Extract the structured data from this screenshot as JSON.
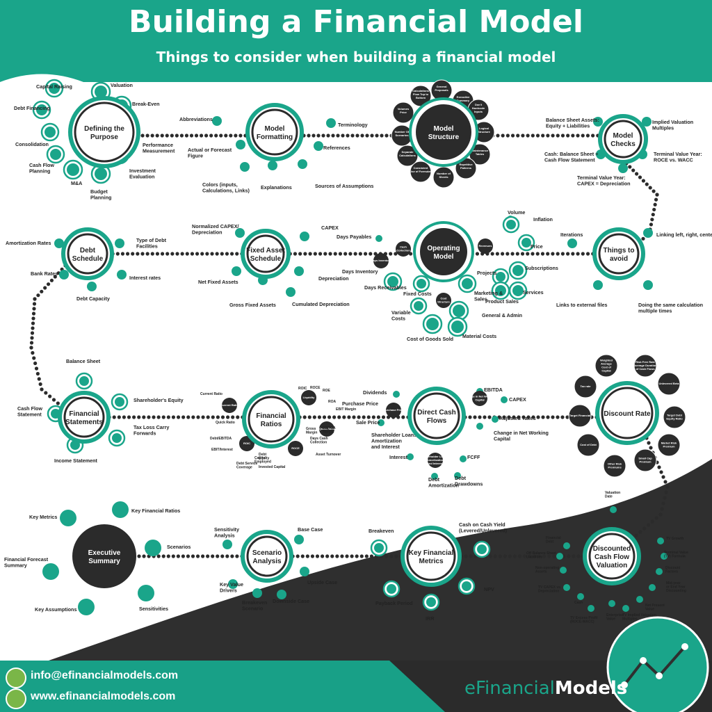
{
  "header": {
    "title": "Building a Financial Model",
    "subtitle": "Things to consider when building a financial model"
  },
  "footer": {
    "email": "info@efinancialmodels.com",
    "web": "www.efinancialmodels.com",
    "brand_a": "eFinancial",
    "brand_b": "Models"
  },
  "hubs": [
    {
      "key": "purpose",
      "lines": [
        "Defining the",
        "Purpose"
      ],
      "style": "white",
      "items": [
        [
          "Capital Raising"
        ],
        [
          "Valuation"
        ],
        [
          "Debt Financing"
        ],
        [
          "Break-Even"
        ],
        [
          "Consolidation"
        ],
        [
          "Performance",
          "Measurement"
        ],
        [
          "Cash Flow",
          "Planning"
        ],
        [
          "Investment",
          "Evaluation"
        ],
        [
          "M&A"
        ],
        [
          "Budget",
          "Planning"
        ]
      ]
    },
    {
      "key": "formatting",
      "lines": [
        "Model",
        "Formatting"
      ],
      "style": "white",
      "items": [
        [
          "Abbreviations"
        ],
        [
          "Terminology"
        ],
        [
          "Actual or Forecast",
          "Figure"
        ],
        [
          "References"
        ],
        [
          "Colors (inputs,",
          "Calculations, Links)"
        ],
        [
          "Explanations"
        ],
        [
          "Sources of Assumptions"
        ]
      ]
    },
    {
      "key": "structure",
      "lines": [
        "Model",
        "Structure"
      ],
      "style": "dark",
      "items": [
        [
          "General",
          "Proposals"
        ],
        [
          "Calculations",
          "Flow Top to",
          "Bottom"
        ],
        [
          "Executive",
          "Summary"
        ],
        [
          "Volumes",
          "Price"
        ],
        [
          "Don't",
          "Hardcode",
          "Inputs"
        ],
        [
          "Number Of",
          "Scenarios"
        ],
        [
          "Logical",
          "Structure"
        ],
        [
          "Separate",
          "Calculations"
        ],
        [
          "Maintenance",
          "Tables"
        ],
        [
          "Consistent",
          "Use of Formulas"
        ],
        [
          "Repetitive",
          "Patterns"
        ],
        [
          "Number of",
          "Sheets"
        ]
      ]
    },
    {
      "key": "checks",
      "lines": [
        "Model",
        "Checks"
      ],
      "style": "white",
      "items": [
        [
          "Balance Sheet Assets:",
          "Equity + Liabilities"
        ],
        [
          "Implied Valuation",
          "Multiples"
        ],
        [
          "Cash: Balance Sheet =",
          "Cash Flow Statement"
        ],
        [
          "Terminal Value Year:",
          "ROCE vs. WACC"
        ],
        [
          "Terminal Value Year:",
          "CAPEX = Depreciation"
        ]
      ]
    },
    {
      "key": "debt",
      "lines": [
        "Debt",
        "Schedule"
      ],
      "style": "white",
      "items": [
        [
          "Amortization Rates"
        ],
        [
          "Type of Debt",
          "Facilities"
        ],
        [
          "Bank Rates"
        ],
        [
          "Interest rates"
        ],
        [
          "Debt Capacity"
        ]
      ]
    },
    {
      "key": "fixed",
      "lines": [
        "Fixed Asset",
        "Schedule"
      ],
      "style": "white",
      "items": [
        [
          "Normalized CAPEX/",
          "Depreciation"
        ],
        [
          "CAPEX"
        ],
        [
          "Net Fixed Assets"
        ],
        [
          "Depreciation"
        ],
        [
          "Gross Fixed Assets"
        ],
        [
          "Cumulated Depreciation"
        ]
      ]
    },
    {
      "key": "operating",
      "lines": [
        "Operating",
        "Model"
      ],
      "style": "dark",
      "items": [
        [
          "Days Payables"
        ],
        [
          "Cash",
          "Collection"
        ],
        [
          "Days Inventory"
        ],
        [
          "Days Receivables"
        ],
        [
          "Revenues"
        ],
        [
          "Volume"
        ],
        [
          "Inflation"
        ],
        [
          "Price"
        ],
        [
          "Projects"
        ],
        [
          "Subscriptions"
        ],
        [
          "Services"
        ],
        [
          "Product Sales"
        ],
        [
          "Cost",
          "Structure"
        ],
        [
          "Fixed Costs"
        ],
        [
          "Marketing &",
          "Sales"
        ],
        [
          "Variable",
          "Costs"
        ],
        [
          "General & Admin"
        ],
        [
          "Cost of Goods Sold"
        ],
        [
          "Material Costs"
        ]
      ]
    },
    {
      "key": "avoid",
      "lines": [
        "Things to",
        "avoid"
      ],
      "style": "white",
      "items": [
        [
          "Iterations"
        ],
        [
          "Linking left, right, center"
        ],
        [
          "Links to external files"
        ],
        [
          "Doing the same calculation",
          "multiple times"
        ]
      ]
    },
    {
      "key": "statements",
      "lines": [
        "Financial",
        "Statements"
      ],
      "style": "white",
      "items": [
        [
          "Balance Sheet"
        ],
        [
          "Cash Flow",
          "Statement"
        ],
        [
          "Shareholder's Equity"
        ],
        [
          "Tax Loss Carry",
          "Forwards"
        ],
        [
          "Income Statement"
        ]
      ]
    },
    {
      "key": "ratios",
      "lines": [
        "Financial",
        "Ratios"
      ],
      "style": "white",
      "items": [
        [
          "Current Ratio"
        ],
        [
          "Liquidity"
        ],
        [
          "Quick Ratio"
        ],
        [
          "ROIC"
        ],
        [
          "ROCE"
        ],
        [
          "ROE"
        ],
        [
          "Profitability",
          "Ratios"
        ],
        [
          "ROA"
        ],
        [
          "Gross",
          "Margin"
        ],
        [
          "EBIT Margin"
        ],
        [
          "EBITDA",
          "Margin"
        ],
        [
          "Debt/EBITDA"
        ],
        [
          "Bank",
          "Ratios"
        ],
        [
          "EBIT/Interest"
        ],
        [
          "Debt",
          "Equity"
        ],
        [
          "Debt Service",
          "Coverage"
        ],
        [
          "Efficiency"
        ],
        [
          "Days Cash",
          "Collection"
        ],
        [
          "Asset Turnover"
        ],
        [
          "Capital",
          "Employed"
        ],
        [
          "Invested Capital"
        ]
      ]
    },
    {
      "key": "directcash",
      "lines": [
        "Direct Cash",
        "Flows"
      ],
      "style": "white",
      "items": [
        [
          "Dividends"
        ],
        [
          "Purchase Price"
        ],
        [
          "Sale Price"
        ],
        [
          "Shareholder Loans,",
          "Amortization",
          "and Interest"
        ],
        [
          "Interest"
        ],
        [
          "Debt",
          "Amortization"
        ],
        [
          "Debt",
          "Drawdowns"
        ],
        [
          "FCFF"
        ],
        [
          "EBITDA"
        ],
        [
          "CAPEX"
        ],
        [
          "Adjusted Taxes"
        ],
        [
          "Change in Net Working",
          "Capital"
        ],
        [
          "Dividends Cash",
          "to Cash"
        ],
        [
          "Free Cash Flow to",
          "Equity (FCFE)"
        ],
        [
          "Free Cash Flow to",
          "Firm (FCFF)"
        ]
      ]
    },
    {
      "key": "discount",
      "lines": [
        "Discount Rate"
      ],
      "style": "white",
      "items": [
        [
          "Weighted",
          "Average",
          "Cost of",
          "Capital"
        ],
        [
          "Risk Free Rate",
          "Average Duration",
          "of Cash Flows"
        ],
        [
          "Tax rate"
        ],
        [
          "Unlevered Beta"
        ],
        [
          "Target Financial"
        ],
        [
          "Target Debt",
          "Equity Ratio"
        ],
        [
          "Cost of Debt"
        ],
        [
          "Market Risk",
          "Premium"
        ],
        [
          "Other Risk",
          "Premiums"
        ],
        [
          "Small Cap",
          "Premium"
        ]
      ]
    },
    {
      "key": "executive",
      "lines": [
        "Executive",
        "Summary"
      ],
      "style": "dark",
      "items": [
        [
          "Key Metrics"
        ],
        [
          "Key Financial Ratios"
        ],
        [
          "Scenarios"
        ],
        [
          "Financial Forecast",
          "Summary"
        ],
        [
          "Key Assumptions"
        ],
        [
          "Sensitivities"
        ]
      ]
    },
    {
      "key": "scenario",
      "lines": [
        "Scenario",
        "Analysis"
      ],
      "style": "white",
      "items": [
        [
          "Sensitivity",
          "Analysis"
        ],
        [
          "Base Case"
        ],
        [
          "Key Value",
          "Drivers"
        ],
        [
          "Upside Case"
        ],
        [
          "Breakeven",
          "Scenario"
        ],
        [
          "Downside Case"
        ]
      ]
    },
    {
      "key": "keymetrics",
      "lines": [
        "Key Financial",
        "Metrics"
      ],
      "style": "white",
      "items": [
        [
          "Breakeven"
        ],
        [
          "Cash on Cash Yield",
          "(Levered/Unlevered)"
        ],
        [
          "NPV"
        ],
        [
          "Payback Period"
        ],
        [
          "IRR"
        ]
      ]
    },
    {
      "key": "dcf",
      "lines": [
        "Discounted",
        "Cash Flow",
        "Valuation"
      ],
      "style": "white",
      "items": [
        [
          "Valuation",
          "Date"
        ],
        [
          "Financial",
          "Debt"
        ],
        [
          "TV Growth"
        ],
        [
          "Off Balance Sheet",
          "Liabilities"
        ],
        [
          "Terminal Value",
          "(TV) Formula"
        ],
        [
          "Non-operating",
          "Assets"
        ],
        [
          "Discount",
          "Factors"
        ],
        [
          "TV CAPEX vs.",
          "Depreciation"
        ],
        [
          "Mid-year",
          "or End Year",
          "Discounting"
        ],
        [
          "Cash"
        ],
        [
          "Net Present",
          "Value"
        ],
        [
          "TV Excess Profit",
          "(ROCE-WACC)"
        ],
        [
          "Enterprise",
          "Value"
        ],
        [
          "TV Implied Valuation",
          "Multiples"
        ]
      ]
    }
  ]
}
